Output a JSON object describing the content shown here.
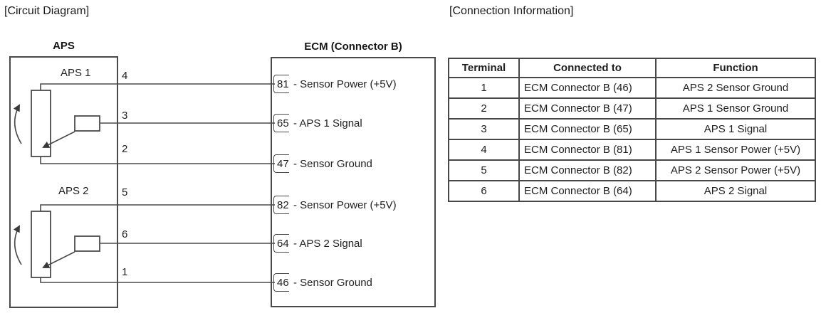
{
  "circuit": {
    "title": "[Circuit Diagram]",
    "aps_box": {
      "title": "APS",
      "units": [
        {
          "label": "APS 1"
        },
        {
          "label": "APS 2"
        }
      ]
    },
    "ecm_box": {
      "title": "ECM (Connector B)",
      "terminals": [
        {
          "pin": "81",
          "rest": "- Sensor Power (+5V)"
        },
        {
          "pin": "65",
          "rest": "- APS 1 Signal"
        },
        {
          "pin": "47",
          "rest": "- Sensor Ground"
        },
        {
          "pin": "82",
          "rest": "- Sensor Power (+5V)"
        },
        {
          "pin": "64",
          "rest": "- APS 2 Signal"
        },
        {
          "pin": "46",
          "rest": "- Sensor Ground"
        }
      ]
    },
    "aps_pins": [
      "4",
      "3",
      "2",
      "5",
      "6",
      "1"
    ]
  },
  "connection": {
    "title": "[Connection Information]",
    "table": {
      "headers": [
        "Terminal",
        "Connected to",
        "Function"
      ],
      "rows": [
        [
          "1",
          "ECM Connector B (46)",
          "APS 2 Sensor Ground"
        ],
        [
          "2",
          "ECM Connector B (47)",
          "APS 1 Sensor Ground"
        ],
        [
          "3",
          "ECM Connector B (65)",
          "APS 1 Signal"
        ],
        [
          "4",
          "ECM Connector B (81)",
          "APS 1 Sensor Power (+5V)"
        ],
        [
          "5",
          "ECM Connector B (82)",
          "APS 2 Sensor Power (+5V)"
        ],
        [
          "6",
          "ECM Connector B (64)",
          "APS 2 Signal"
        ]
      ]
    }
  },
  "colors": {
    "line": "#4a4a4a",
    "text": "#1f1f1f",
    "background": "#ffffff"
  }
}
